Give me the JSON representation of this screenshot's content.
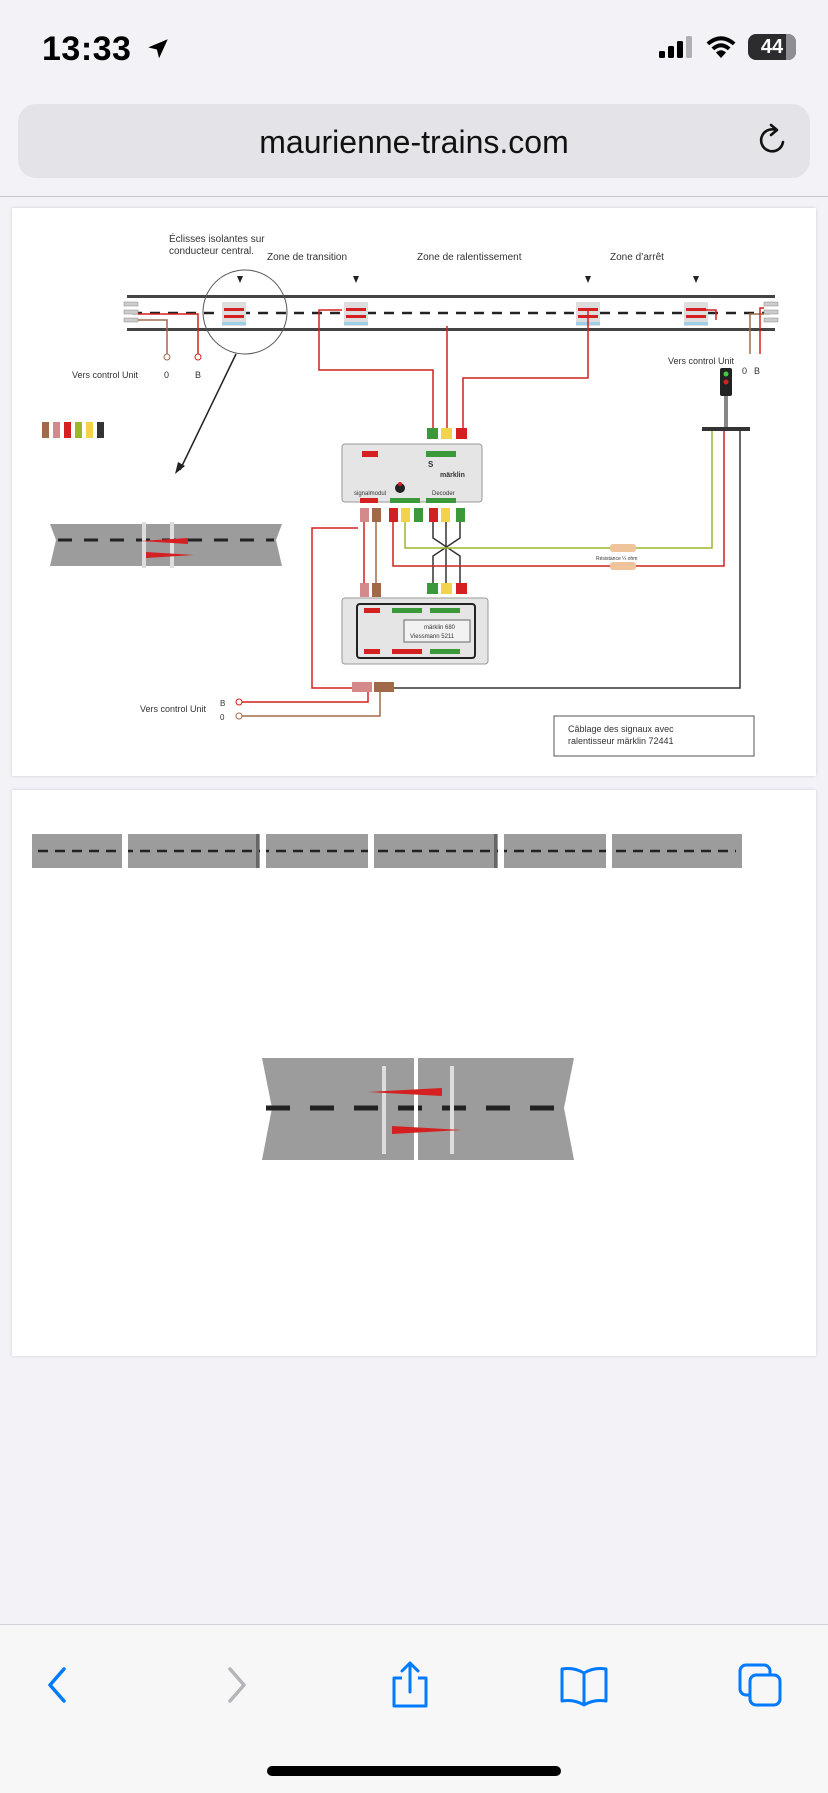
{
  "status": {
    "time": "13:33",
    "battery": "44"
  },
  "browser": {
    "url": "maurienne-trains.com"
  },
  "diagram": {
    "zones": {
      "isolating": "Éclisses isolantes sur",
      "isolating2": "conducteur central.",
      "transition": "Zone de transition",
      "slowdown": "Zone de ralentissement",
      "stop": "Zone d’arrêt"
    },
    "control_unit_left": "Vers control Unit",
    "control_unit_right": "Vers control Unit",
    "control_unit_bottom": "Vers control Unit",
    "terminal_0": "0",
    "terminal_b": "B",
    "module_s": "S",
    "module_brand": "märklin",
    "module_signal": "signalmodul",
    "module_decoder": "Decoder",
    "relay_line1": "märklin 680",
    "relay_line2": "Viessmann 5211",
    "resistor_label": "Résistance ¼ ohm",
    "caption_line1": "Câblage des signaux avec",
    "caption_line2": "ralentisseur märklin 72441"
  },
  "colors": {
    "red_wire": "#d42020",
    "brown_wire": "#a06a4a",
    "green_wire": "#9ab82a",
    "rail": "#9c9c9c",
    "accent": "#007aff"
  },
  "toolbar": {
    "back": "chevron-left-icon",
    "forward": "chevron-right-icon",
    "share": "share-icon",
    "bookmarks": "book-icon",
    "tabs": "tabs-icon"
  }
}
